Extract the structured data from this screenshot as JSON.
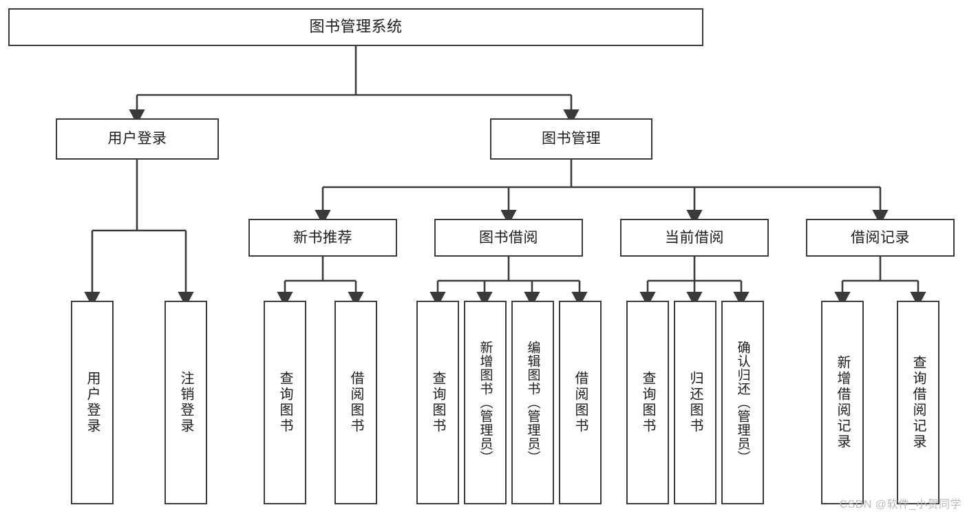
{
  "diagram": {
    "title": "图书管理系统",
    "type": "tree-structure-chart",
    "line_color": "#3a3a3c",
    "box_fill": "#ffffff",
    "background": "#ffffff"
  },
  "root": {
    "label": "图书管理系统"
  },
  "level2": [
    {
      "label": "用户登录"
    },
    {
      "label": "图书管理"
    }
  ],
  "level3": [
    {
      "label": "新书推荐"
    },
    {
      "label": "图书借阅"
    },
    {
      "label": "当前借阅"
    },
    {
      "label": "借阅记录"
    }
  ],
  "leaves": {
    "user_login": [
      {
        "label": "用户登录"
      },
      {
        "label": "注销登录"
      }
    ],
    "new_book_recommend": [
      {
        "label": "查询图书"
      },
      {
        "label": "借阅图书"
      }
    ],
    "book_borrow": [
      {
        "label": "查询图书"
      },
      {
        "label": "新增图书（管理员）"
      },
      {
        "label": "编辑图书（管理员）"
      },
      {
        "label": "借阅图书"
      }
    ],
    "current_borrow": [
      {
        "label": "查询图书"
      },
      {
        "label": "归还图书"
      },
      {
        "label": "确认归还（管理员）"
      }
    ],
    "borrow_record": [
      {
        "label": "新增借阅记录"
      },
      {
        "label": "查询借阅记录"
      }
    ]
  },
  "watermark": {
    "text": "CSDN @软件_小贺同学"
  }
}
